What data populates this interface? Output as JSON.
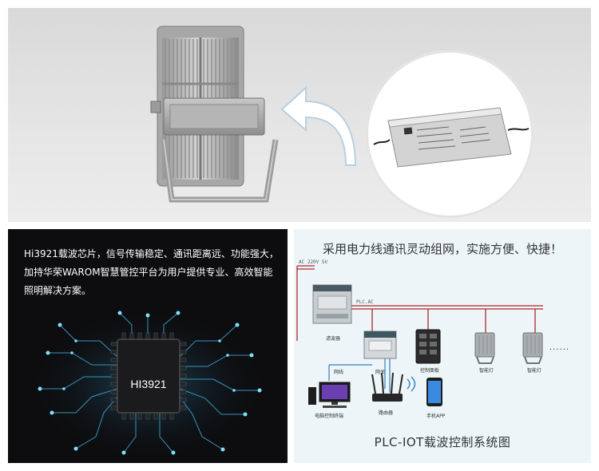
{
  "intro": {
    "line1": "Hi3921载波芯片，信号传输稳定、通讯距离远、功能强大，",
    "line2": "加持华荣WAROM智慧管控平台为用户提供专业、高效智能",
    "line3": "照明解决方案。",
    "chip_label": "HI3921"
  },
  "diagram": {
    "headline": "采用电力线通讯灵动组网，实施方便、快捷！",
    "ac_label": "AC 220V 5V",
    "plc_label": "PLC.AC",
    "filter_label": "滤波器",
    "network_cable_label": "网线",
    "gateway_label": "网关",
    "control_panel_label": "控制面板",
    "smart_lamp1_label": "智能灯",
    "smart_lamp2_label": "智能灯",
    "ellipsis": "......",
    "computer_label": "电脑控制终端",
    "router_label": "路由器",
    "phone_label": "手机APP",
    "caption": "PLC-IOT载波控制系统图"
  },
  "colors": {
    "wire_red": "#b0262c",
    "wire_blue": "#2f7fc1",
    "circuit_glow": "#5fd3ff"
  }
}
